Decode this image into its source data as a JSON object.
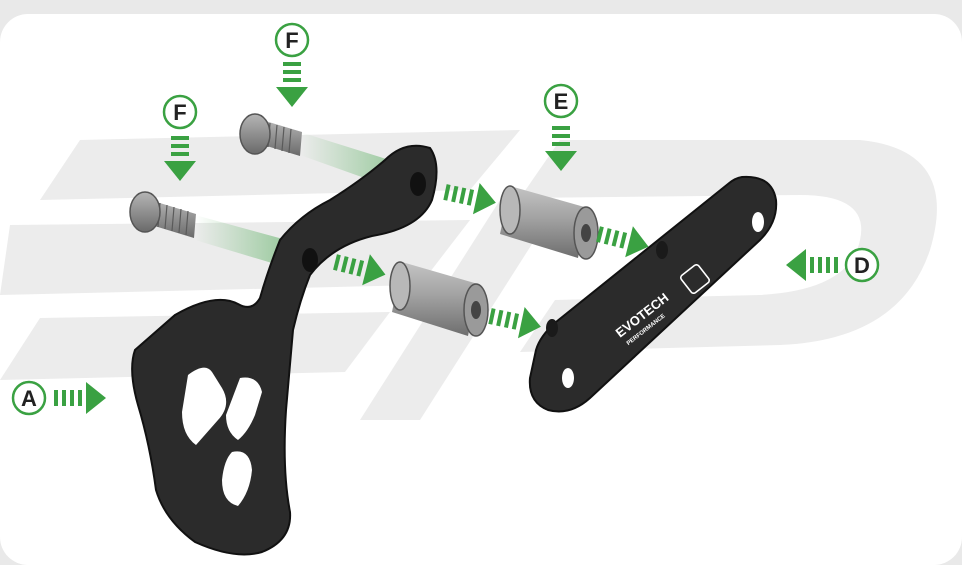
{
  "colors": {
    "frame_background": "#e9e9e9",
    "panel": "#ffffff",
    "watermark": "#ececec",
    "part_black": "#2b2b2b",
    "part_edge": "#111111",
    "spacer_grey": "#9a9a9a",
    "bolt_grey": "#8f8f8f",
    "arrow_green": "#3aa142",
    "callout_ring": "#3aa142"
  },
  "callouts": {
    "A": {
      "letter": "A",
      "icon": "arrow-right-icon"
    },
    "D": {
      "letter": "D",
      "icon": "arrow-left-icon"
    },
    "E": {
      "letter": "E",
      "icon": "arrow-down-icon"
    },
    "F_left": {
      "letter": "F",
      "icon": "arrow-down-icon"
    },
    "F_right": {
      "letter": "F",
      "icon": "arrow-down-icon"
    }
  },
  "parts": {
    "plate_logo_brand": "EVOTECH",
    "plate_logo_sub": "PERFORMANCE",
    "watermark_icon": "evotech-ep-logo-icon"
  }
}
